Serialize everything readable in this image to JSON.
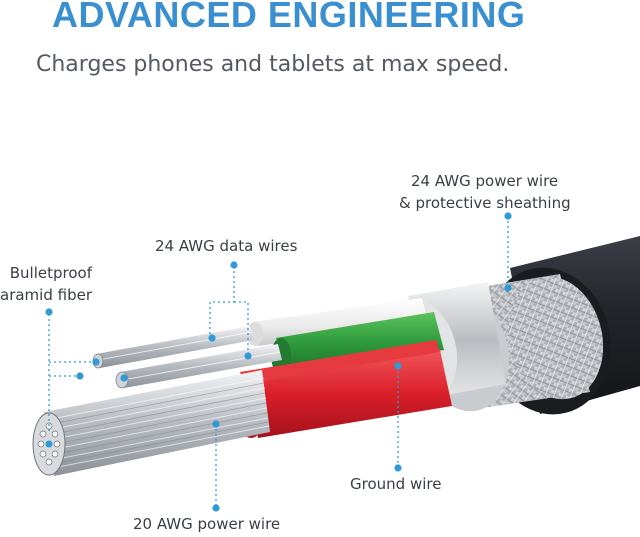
{
  "header": {
    "title": "ADVANCED ENGINEERING",
    "subtitle": "Charges phones and tablets at max speed."
  },
  "callouts": {
    "aramid": {
      "line1": "Bulletproof",
      "line2": "aramid fiber"
    },
    "data_wires": {
      "text": "24 AWG data wires"
    },
    "power_sheath": {
      "line1": "24 AWG power wire",
      "line2": "& protective sheathing"
    },
    "ground": {
      "text": "Ground wire"
    },
    "power20": {
      "text": "20 AWG power wire"
    }
  },
  "colors": {
    "accent": "#3a8fd0",
    "callout_dot": "#2f9ad6",
    "jacket": "#23262b",
    "green_wire": "#2e9a3c",
    "red_wire": "#d91f2a",
    "white_wire": "#f2f2f2"
  }
}
